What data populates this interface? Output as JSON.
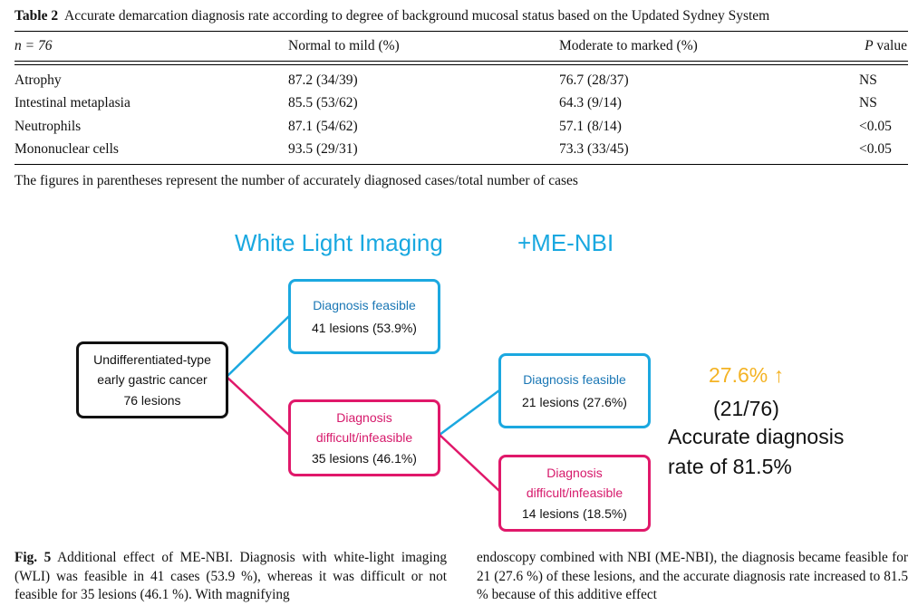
{
  "table": {
    "label": "Table 2",
    "title": "Accurate demarcation diagnosis rate according to degree of background mucosal status based on the Updated Sydney System",
    "headers": {
      "n": "n = 76",
      "normal": "Normal to mild (%)",
      "moderate": "Moderate to marked (%)",
      "p_prefix": "P",
      "p_suffix": " value"
    },
    "rows": [
      {
        "name": "Atrophy",
        "normal": "87.2 (34/39)",
        "moderate": "76.7 (28/37)",
        "p": "NS"
      },
      {
        "name": "Intestinal metaplasia",
        "normal": "85.5 (53/62)",
        "moderate": "64.3 (9/14)",
        "p": "NS"
      },
      {
        "name": "Neutrophils",
        "normal": "87.1 (54/62)",
        "moderate": "57.1 (8/14)",
        "p": "<0.05"
      },
      {
        "name": "Mononuclear cells",
        "normal": "93.5 (29/31)",
        "moderate": "73.3 (33/45)",
        "p": "<0.05"
      }
    ],
    "footnote": "The figures in parentheses represent the number of accurately diagnosed cases/total number of cases"
  },
  "figure": {
    "heading_wli": "White Light Imaging",
    "heading_menbi": "+ME-NBI",
    "root": {
      "line1": "Undifferentiated-type",
      "line2": "early gastric cancer",
      "line3": "76 lesions"
    },
    "wli_feasible": {
      "label": "Diagnosis feasible",
      "count": "41 lesions (53.9%)"
    },
    "wli_difficult": {
      "label1": "Diagnosis",
      "label2": "difficult/infeasible",
      "count": "35 lesions (46.1%)"
    },
    "nbi_feasible": {
      "label": "Diagnosis feasible",
      "count": "21 lesions (27.6%)"
    },
    "nbi_difficult": {
      "label1": "Diagnosis",
      "label2": "difficult/infeasible",
      "count": "14 lesions (18.5%)"
    },
    "result": {
      "increase": "27.6% ↑",
      "fraction": "(21/76)",
      "line1": "Accurate diagnosis",
      "line2": "rate of 81.5%"
    },
    "colors": {
      "blue": "#1ba8e0",
      "pink": "#e0186a",
      "orange": "#f4b324",
      "dark_blue_text": "#1a77b5"
    }
  },
  "caption": {
    "label": "Fig. 5",
    "left": "Additional effect of ME-NBI. Diagnosis with white-light imaging (WLI) was feasible in 41 cases (53.9 %), whereas it was difficult or not feasible for 35 lesions (46.1 %). With magnifying",
    "right": "endoscopy combined with NBI (ME-NBI), the diagnosis became feasible for 21 (27.6 %) of these lesions, and the accurate diagnosis rate increased to 81.5 % because of this additive effect"
  }
}
